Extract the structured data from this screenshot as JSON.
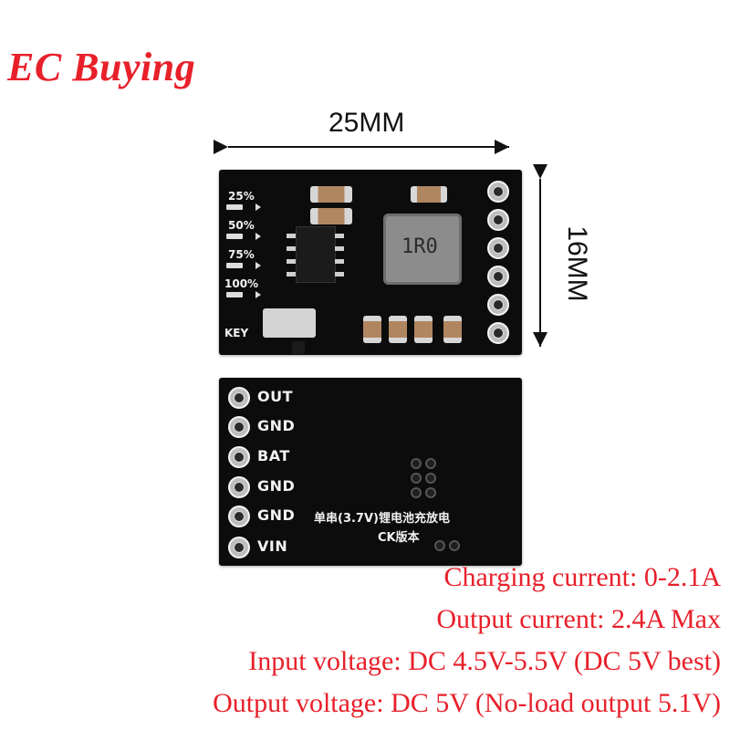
{
  "brand": "EC Buying",
  "dimensions": {
    "width_label": "25MM",
    "height_label": "16MM"
  },
  "top_board": {
    "led_labels": [
      "25%",
      "50%",
      "75%",
      "100%"
    ],
    "key_label": "KEY",
    "inductor_marking": "1R0"
  },
  "bottom_board": {
    "pins": [
      "OUT",
      "GND",
      "BAT",
      "GND",
      "GND",
      "VIN"
    ],
    "chinese_line1": "单串(3.7V)锂电池充放电",
    "chinese_line2": "CK版本"
  },
  "specs": [
    "Charging current: 0-2.1A",
    "Output current: 2.4A Max",
    "Input voltage: DC 4.5V-5.5V (DC 5V best)",
    "Output voltage: DC 5V (No-load output 5.1V)"
  ],
  "colors": {
    "brand": "#e8202a",
    "spec_text": "#e8202a",
    "pcb": "#0c0c0c"
  }
}
